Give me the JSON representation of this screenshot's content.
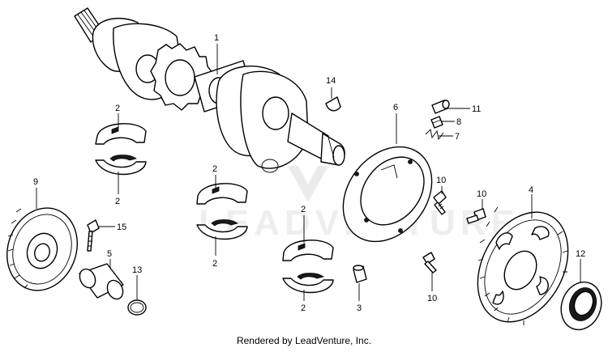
{
  "diagram": {
    "callouts": {
      "c1": "1",
      "c2a": "2",
      "c2b": "2",
      "c2c": "2",
      "c2d": "2",
      "c2e": "2",
      "c2f": "2",
      "c3": "3",
      "c4": "4",
      "c5": "5",
      "c6": "6",
      "c7": "7",
      "c8": "8",
      "c9": "9",
      "c10a": "10",
      "c10b": "10",
      "c10c": "10",
      "c11": "11",
      "c12": "12",
      "c13": "13",
      "c14": "14",
      "c15": "15"
    },
    "watermark": "LEADVENTURE"
  },
  "footer": {
    "text": "Rendered by LeadVenture, Inc."
  }
}
